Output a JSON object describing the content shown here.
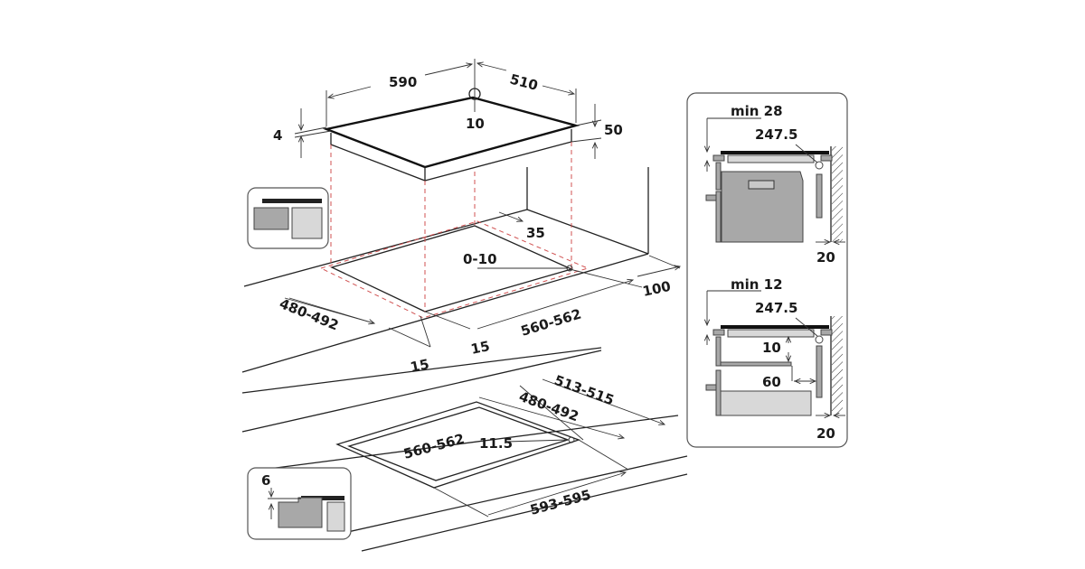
{
  "hob": {
    "width": "590",
    "depth": "510",
    "corner": "10",
    "glass": "4",
    "height": "50"
  },
  "cutout_top": {
    "back_gap": "35",
    "offset": "0-10",
    "wall": "100",
    "depth": "480-492",
    "width": "560-562",
    "front_a": "15",
    "front_b": "15"
  },
  "cutout_flush": {
    "outer_depth": "513-515",
    "inner_depth": "480-492",
    "inner_width": "560-562",
    "radius": "11.5",
    "outer_width": "593-595"
  },
  "flush_inset": {
    "rebate": "6"
  },
  "side_oven": {
    "min": "min 28",
    "radius": "247.5",
    "gap": "20"
  },
  "side_drawer": {
    "min": "min 12",
    "radius": "247.5",
    "vgap": "10",
    "hgap": "60",
    "gap": "20"
  }
}
